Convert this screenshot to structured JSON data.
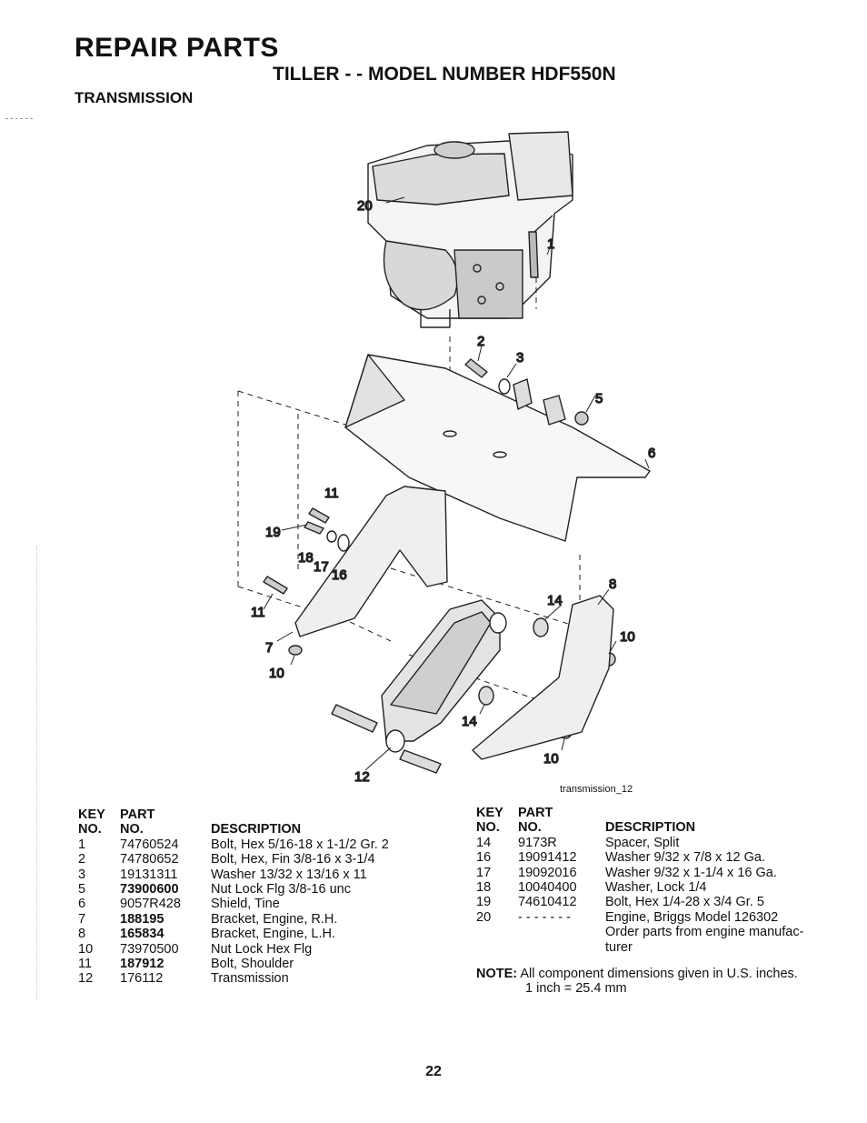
{
  "header": {
    "title": "REPAIR PARTS",
    "subtitle": "TILLER - - MODEL NUMBER HDF550N",
    "section": "TRANSMISSION"
  },
  "diagram": {
    "callouts": {
      "c20": "20",
      "c1": "1",
      "c2": "2",
      "c3": "3",
      "c5": "5",
      "c6": "6",
      "c11a": "11",
      "c19": "19",
      "c18": "18",
      "c17": "17",
      "c16": "16",
      "c11b": "11",
      "c7": "7",
      "c10a": "10",
      "c14a": "14",
      "c8": "8",
      "c10b": "10",
      "c14b": "14",
      "c10c": "10",
      "c12": "12"
    },
    "caption": "transmission_12"
  },
  "parts_table": {
    "headers": {
      "key_top": "KEY",
      "part_top": "PART",
      "key_bottom": "NO.",
      "part_bottom": "NO.",
      "description": "DESCRIPTION"
    },
    "left_rows": [
      {
        "key": "1",
        "part": "74760524",
        "desc": "Bolt, Hex 5/16-18 x 1-1/2 Gr. 2"
      },
      {
        "key": "2",
        "part": "74780652",
        "desc": "Bolt, Hex, Fin  3/8-16 x 3-1/4"
      },
      {
        "key": "3",
        "part": "19131311",
        "desc": "Washer 13/32 x 13/16 x 11"
      },
      {
        "key": "5",
        "part": "73900600",
        "desc": "Nut Lock Flg 3/8-16 unc"
      },
      {
        "key": "6",
        "part": "9057R428",
        "desc": "Shield, Tine"
      },
      {
        "key": "7",
        "part": "188195",
        "desc": "Bracket, Engine, R.H."
      },
      {
        "key": "8",
        "part": "165834",
        "desc": "Bracket, Engine, L.H."
      },
      {
        "key": "10",
        "part": "73970500",
        "desc": "Nut Lock Hex Flg"
      },
      {
        "key": "11",
        "part": "187912",
        "desc": "Bolt, Shoulder"
      },
      {
        "key": "12",
        "part": "176112",
        "desc": "Transmission"
      }
    ],
    "right_rows": [
      {
        "key": "14",
        "part": "9173R",
        "desc": "Spacer, Split"
      },
      {
        "key": "16",
        "part": "19091412",
        "desc": "Washer  9/32 x 7/8 x 12 Ga."
      },
      {
        "key": "17",
        "part": "19092016",
        "desc": "Washer  9/32 x 1-1/4 x 16 Ga."
      },
      {
        "key": "18",
        "part": "10040400",
        "desc": "Washer, Lock  1/4"
      },
      {
        "key": "19",
        "part": "74610412",
        "desc": "Bolt, Hex  1/4-28 x 3/4 Gr. 5"
      },
      {
        "key": "20",
        "part": "- - - - - - -",
        "desc": "Engine, Briggs Model 126302"
      },
      {
        "key": "",
        "part": "",
        "desc": "Order parts from engine manufac-"
      },
      {
        "key": "",
        "part": "",
        "desc": "turer"
      }
    ]
  },
  "note": {
    "label": "NOTE:",
    "line1": "All component dimensions given in U.S. inches.",
    "line2": "1 inch = 25.4 mm"
  },
  "page_number": "22"
}
